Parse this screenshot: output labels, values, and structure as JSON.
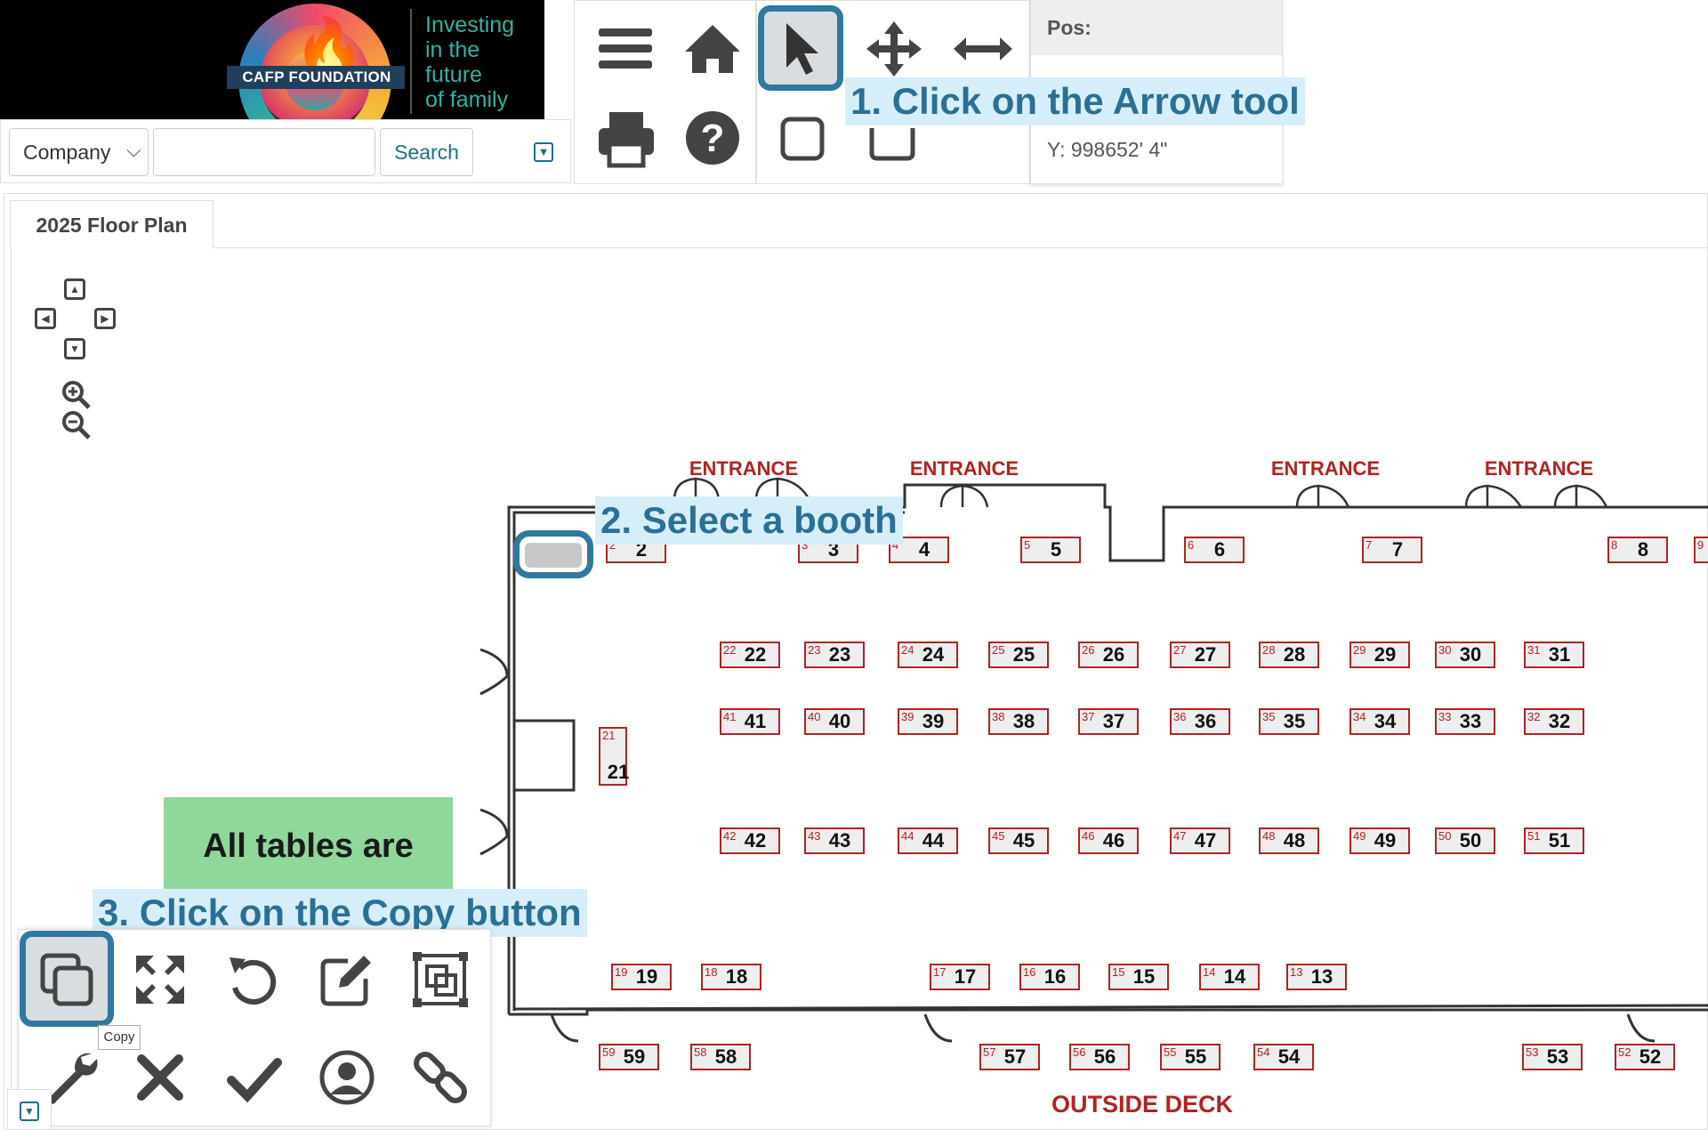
{
  "logo": {
    "org_name": "CAFP FOUNDATION",
    "tagline": [
      "Investing",
      "in the",
      "future",
      "of family"
    ],
    "accent_color": "#2fb3a3"
  },
  "search": {
    "company_filter": "Company",
    "input_value": "",
    "button_label": "Search"
  },
  "toolbar": {
    "icons": [
      "menu-icon",
      "home-icon",
      "arrow-select-icon",
      "move-icon",
      "resize-horizontal-icon",
      "print-icon",
      "help-icon",
      "rectangle-icon",
      "rounded-rectangle-icon"
    ],
    "active_tool": "arrow-select-icon",
    "highlight_color": "#2f78a0"
  },
  "position": {
    "label": "Pos:",
    "y_value": "Y: 998652' 4\""
  },
  "callouts": {
    "step1": "1. Click on the Arrow tool",
    "step2": "2. Select a booth",
    "step3": "3. Click on the Copy button"
  },
  "tabs": [
    {
      "label": "2025 Floor Plan",
      "active": true
    }
  ],
  "floorplan": {
    "entrance_label": "ENTRANCE",
    "deck_label": "OUTSIDE DECK",
    "legend_text": "All tables are",
    "label_color": "#b22222",
    "booths_top": [
      "2",
      "3",
      "4",
      "5",
      "6",
      "7",
      "8",
      "9"
    ],
    "booths_row2": [
      "22",
      "23",
      "24",
      "25",
      "26",
      "27",
      "28",
      "29",
      "30",
      "31"
    ],
    "booths_row3": [
      "41",
      "40",
      "39",
      "38",
      "37",
      "36",
      "35",
      "34",
      "33",
      "32"
    ],
    "booth_left": "21",
    "booths_row4": [
      "42",
      "43",
      "44",
      "45",
      "46",
      "47",
      "48",
      "49",
      "50",
      "51"
    ],
    "booths_row5": [
      "19",
      "18",
      "17",
      "16",
      "15",
      "14",
      "13"
    ],
    "booths_bottom": [
      "59",
      "58",
      "57",
      "56",
      "55",
      "54",
      "53",
      "52"
    ]
  },
  "bottom_toolbar": {
    "icons": [
      "copy-icon",
      "expand-icon",
      "undo-icon",
      "edit-icon",
      "select-frame-icon",
      "wrench-icon",
      "delete-icon",
      "check-icon",
      "user-circle-icon",
      "link-icon"
    ],
    "copy_tooltip": "Copy"
  }
}
